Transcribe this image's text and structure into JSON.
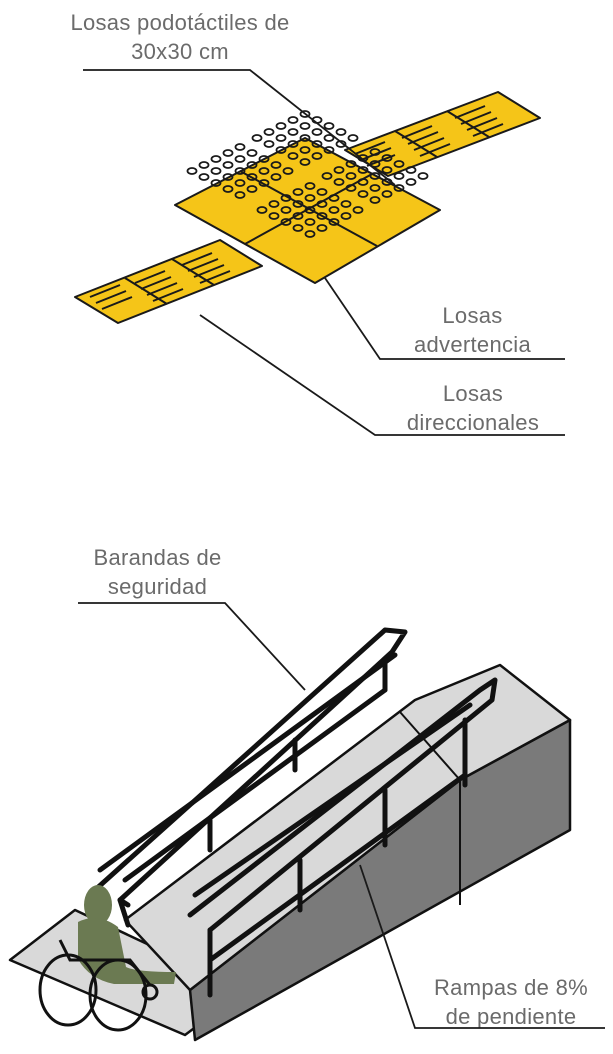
{
  "labels": {
    "tiles_title": {
      "line1": "Losas podotáctiles de",
      "line2": "30x30 cm"
    },
    "warning_tiles": {
      "line1": "Losas",
      "line2": "advertencia"
    },
    "directional_tiles": {
      "line1": "Losas",
      "line2": "direccionales"
    },
    "railings": {
      "line1": "Barandas de",
      "line2": "seguridad"
    },
    "ramp": {
      "line1": "Rampas de 8%",
      "line2": "de pendiente"
    }
  },
  "colors": {
    "tile_yellow": "#f5c518",
    "tile_outline": "#1a1a1a",
    "text_gray": "#6b6b6b",
    "ramp_top": "#d9d9d9",
    "ramp_side": "#7a7a7a",
    "person": "#6b7a52"
  }
}
